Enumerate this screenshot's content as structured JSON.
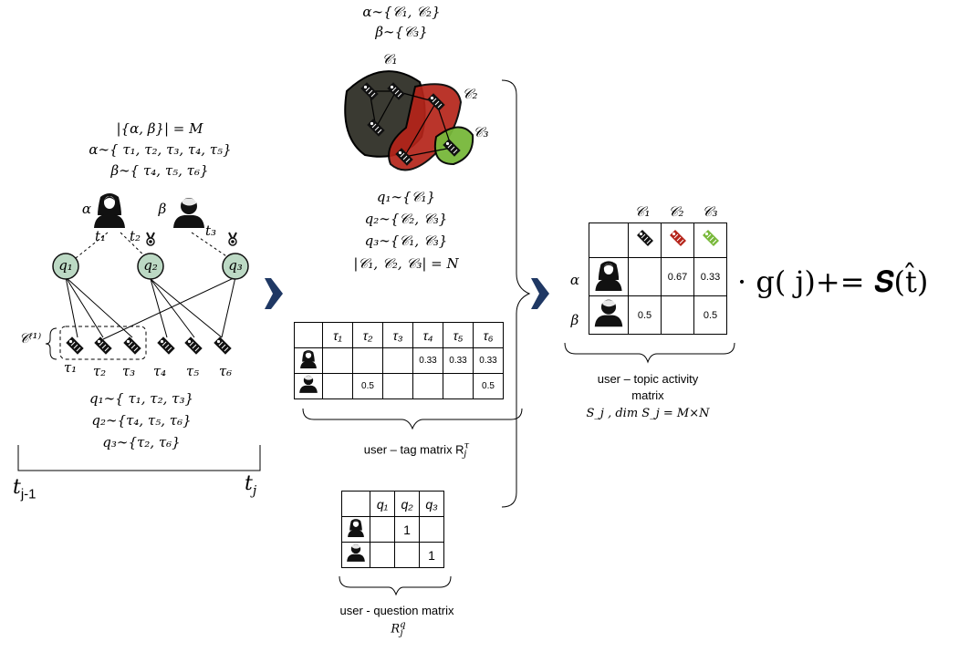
{
  "top_clusters": {
    "alpha": "α∼{𝒞₁, 𝒞₂}",
    "beta": "β∼{𝒞₃}"
  },
  "cluster_labels": {
    "c1": "𝒞₁",
    "c2": "𝒞₂",
    "c3": "𝒞₃"
  },
  "left_header": {
    "count": "|{α, β}| = M",
    "alpha": "α∼{ τ₁, τ₂, τ₃, τ₄, τ₅}",
    "beta": "β∼{ τ₄, τ₅, τ₆}"
  },
  "users": {
    "alpha": "α",
    "beta": "β"
  },
  "answers": {
    "t1": "t₁",
    "t2": "t₂",
    "t3": "t₃"
  },
  "questions": {
    "q1": "q₁",
    "q2": "q₂",
    "q3": "q₃"
  },
  "tag_labels": [
    "τ₁",
    "τ₂",
    "τ₃",
    "τ₄",
    "τ₅",
    "τ₆"
  ],
  "group_label": "𝒞⁽¹⁾",
  "q_tags": {
    "q1": "q₁∼{ τ₁, τ₂, τ₃}",
    "q2": "q₂∼{τ₄, τ₅, τ₆}",
    "q3": "q₃∼{τ₂, τ₆}"
  },
  "timeline": {
    "start": "t",
    "start_sub": "j-1",
    "end": "t",
    "end_sub": "j"
  },
  "q_clusters": {
    "q1": "q₁∼{𝒞₁}",
    "q2": "q₂∼{𝒞₂, 𝒞₃}",
    "q3": "q₃∼{𝒞₁, 𝒞₃}",
    "count": "|𝒞₁, 𝒞₂, 𝒞₃| = N"
  },
  "tag_matrix": {
    "headers": [
      "τ₁",
      "τ₂",
      "τ₃",
      "τ₄",
      "τ₅",
      "τ₆"
    ],
    "row1": [
      "",
      "",
      "",
      "0.33",
      "0.33",
      "0.33"
    ],
    "row2": [
      "",
      "0.5",
      "",
      "",
      "",
      "0.5"
    ],
    "caption": "user – tag matrix R",
    "caption_sup": "τ",
    "caption_sub": "j"
  },
  "question_matrix": {
    "headers": [
      "q₁",
      "q₂",
      "q₃"
    ],
    "row1": [
      "",
      "1",
      ""
    ],
    "row2": [
      "",
      "",
      "1"
    ],
    "caption": "user - question matrix",
    "caption2": "R",
    "caption2_sup": "q",
    "caption2_sub": "j"
  },
  "topic_matrix": {
    "headers": [
      "𝒞₁",
      "𝒞₂",
      "𝒞₃"
    ],
    "row1": [
      "",
      "0.67",
      "0.33"
    ],
    "row2": [
      "0.5",
      "",
      "0.5"
    ],
    "caption1": "user – topic activity",
    "caption2": "matrix",
    "caption3": "S_j , dim S_j = M×N"
  },
  "formula": "· g( j)+= 𝑺(t̂)",
  "colors": {
    "c1": "#3a3a32",
    "c2": "#b5241a",
    "c3": "#78b83a",
    "question_node": "#bcd9c4"
  }
}
